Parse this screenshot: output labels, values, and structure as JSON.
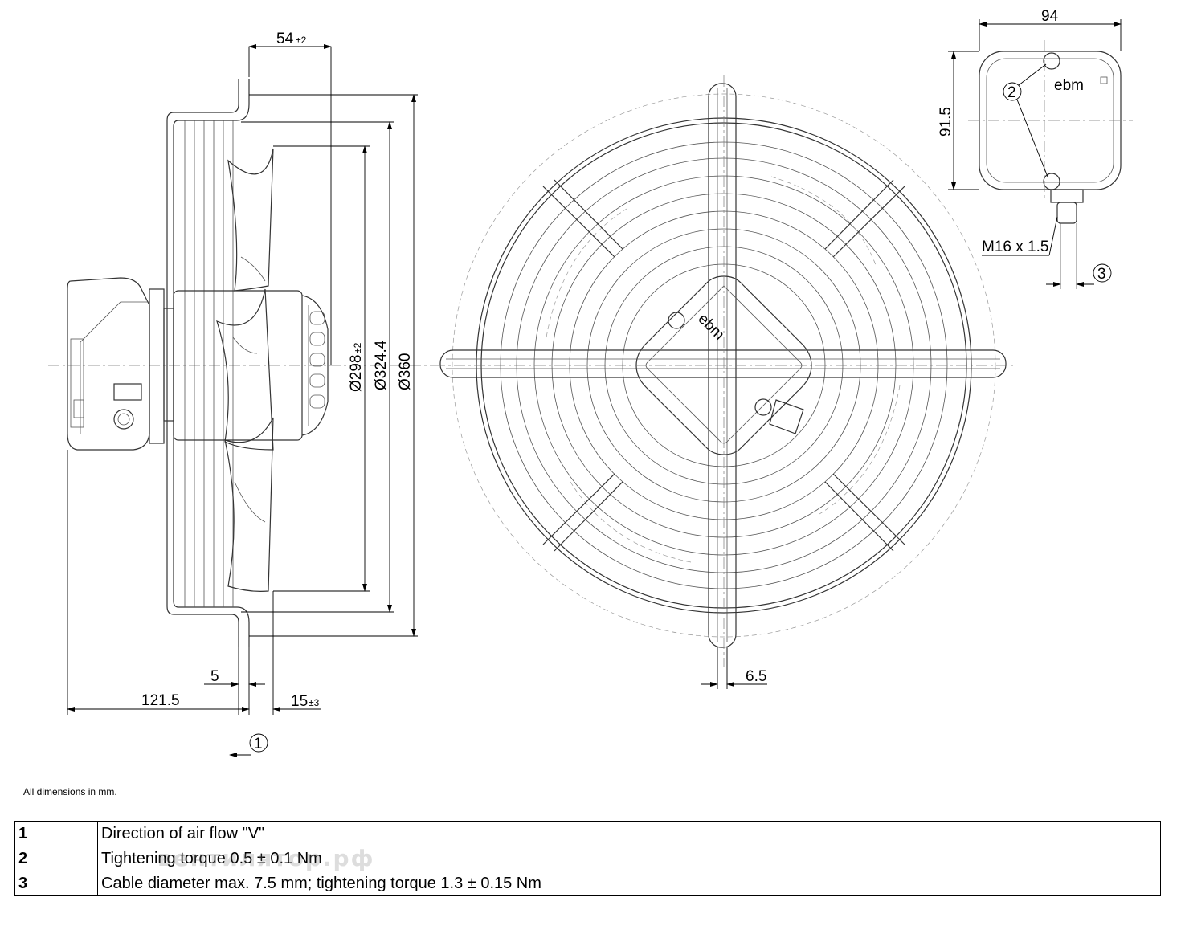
{
  "side_view": {
    "dim_axial_offset": "54",
    "dim_axial_offset_tol": "±2",
    "dim_impeller_dia": "Ø298",
    "dim_impeller_dia_tol": "±2",
    "dim_ring_dia": "Ø324.4",
    "dim_guard_dia": "Ø360",
    "dim_flange": "5",
    "dim_overall_depth": "121.5",
    "dim_guard_offset": "15",
    "dim_guard_offset_tol": "±3",
    "callout_airflow": "1"
  },
  "front_view": {
    "dim_guard_rod": "6.5",
    "logo_text": "ebm"
  },
  "terminal_box": {
    "dim_width": "94",
    "dim_height": "91.5",
    "thread": "M16 x 1.5",
    "callout_screw": "2",
    "callout_cable": "3",
    "logo_text": "ebm"
  },
  "note": "All dimensions in mm.",
  "legend": [
    {
      "num": "1",
      "text": "Direction of air flow \"V\""
    },
    {
      "num": "2",
      "text": "Tightening torque 0.5 ± 0.1 Nm"
    },
    {
      "num": "3",
      "text": "Cable diameter max. 7.5 mm; tightening torque 1.3 ± 0.15 Nm"
    }
  ],
  "watermark": "вентилятор.рф"
}
